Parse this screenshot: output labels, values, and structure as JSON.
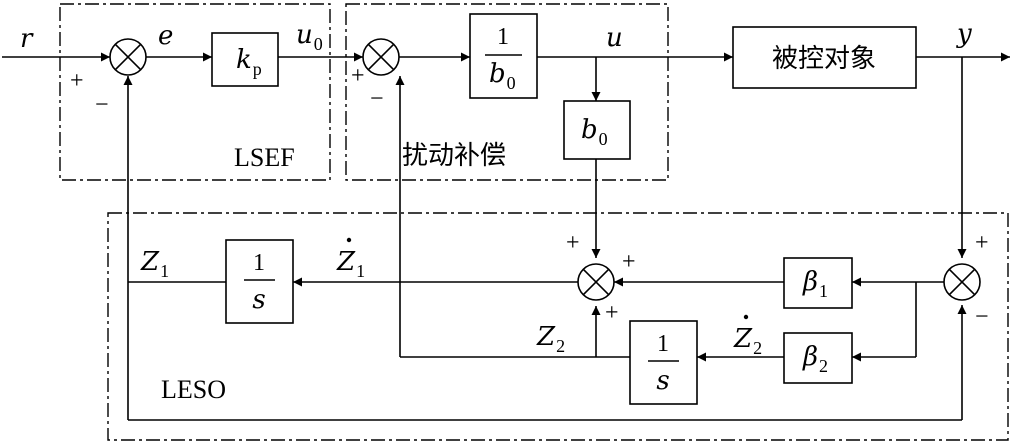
{
  "signals": {
    "r": "r",
    "e": "e",
    "u0_main": "u",
    "u0_sub": "0",
    "u": "u",
    "y": "y",
    "z1_main": "Z",
    "z1_sub": "1",
    "z1dot_main": "Z",
    "z1dot_sub": "1",
    "z2_main": "Z",
    "z2_sub": "2",
    "z2dot_main": "Z",
    "z2dot_sub": "2"
  },
  "blocks": {
    "kp_main": "k",
    "kp_sub": "p",
    "inv_b0_num": "1",
    "inv_b0_den_main": "b",
    "inv_b0_den_sub": "0",
    "b0_main": "b",
    "b0_sub": "0",
    "plant": "被控对象",
    "integrator1_num": "1",
    "integrator1_den": "s",
    "integrator2_num": "1",
    "integrator2_den": "s",
    "beta1_main": "β",
    "beta1_sub": "1",
    "beta2_main": "β",
    "beta2_sub": "2"
  },
  "frames": {
    "lsef": "LSEF",
    "disturbance": "扰动补偿",
    "leso": "LESO"
  },
  "signs": {
    "s1_plus": "+",
    "s1_minus": "−",
    "s2_plus": "+",
    "s2_minus": "−",
    "s3_top": "+",
    "s3_right": "+",
    "s3_bottom": "+",
    "s4_plus": "+",
    "s4_minus": "−"
  }
}
